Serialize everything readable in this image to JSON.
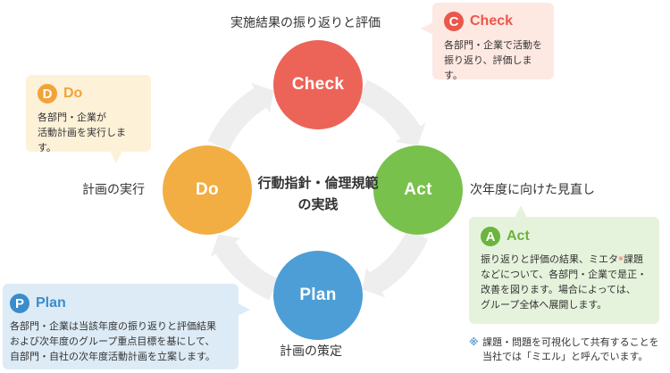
{
  "center_title": [
    "行動指針・倫理規範",
    "の実践"
  ],
  "phases": {
    "check": {
      "circle_label": "Check",
      "caption": "実施結果の振り返りと評価",
      "badge_letter": "C",
      "callout_title": "Check",
      "callout_lines": [
        "各部門・企業で活動を",
        "振り返り、評価します。"
      ],
      "color": "#ec6458"
    },
    "do": {
      "circle_label": "Do",
      "caption": "計画の実行",
      "badge_letter": "D",
      "callout_title": "Do",
      "callout_lines": [
        "各部門・企業が",
        "活動計画を実行します。"
      ],
      "color": "#f2ae42"
    },
    "act": {
      "circle_label": "Act",
      "caption": "次年度に向けた見直し",
      "badge_letter": "A",
      "callout_title": "Act",
      "callout_lines": [
        "振り返りと評価の結果、ミエタ",
        "などについて、各部門・企業で是正・",
        "改善を図ります。場合によっては、",
        "グループ全体へ展開します。"
      ],
      "asterisk": "※",
      "line1_suffix": "課題",
      "color": "#79c14d"
    },
    "plan": {
      "circle_label": "Plan",
      "caption": "計画の策定",
      "badge_letter": "P",
      "callout_title": "Plan",
      "callout_lines": [
        "各部門・企業は当該年度の振り返りと評価結果",
        "および次年度のグループ重点目標を基にして、",
        "自部門・自社の次年度活動計画を立案します。"
      ],
      "color": "#4d9ed6"
    }
  },
  "footnote": {
    "mark": "※",
    "lines": [
      "課題・問題を可視化して共有することを",
      "当社では「ミエル」と呼んでいます。"
    ]
  },
  "ring_color": "#eeeeee"
}
